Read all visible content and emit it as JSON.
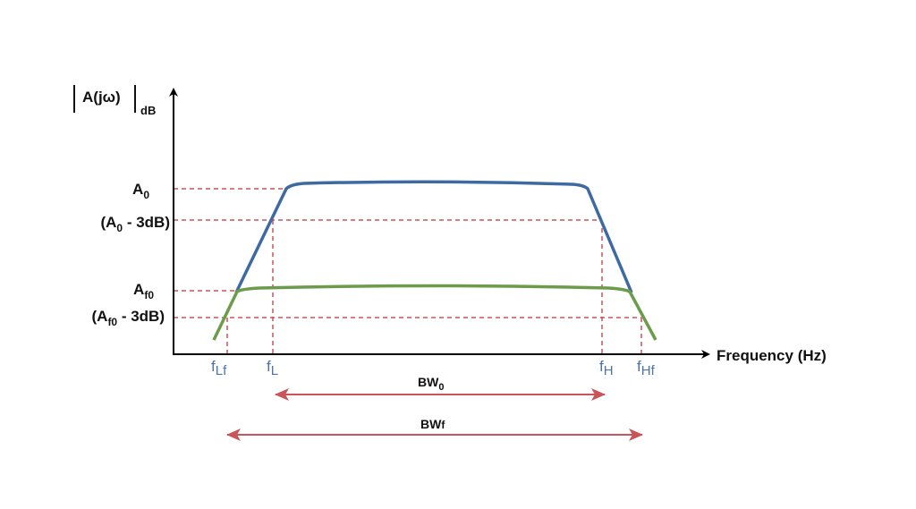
{
  "y_axis_label": {
    "main": "A(jω)",
    "subscript": "dB"
  },
  "x_axis_label": "Frequency (Hz)",
  "y_levels": [
    {
      "main": "A",
      "sub": "0",
      "suffix": ""
    },
    {
      "main": "(A",
      "sub": "0",
      "suffix": " - 3dB)"
    },
    {
      "main": "A",
      "sub": "f0",
      "suffix": ""
    },
    {
      "main": "(A",
      "sub": "f0",
      "suffix": " - 3dB)"
    }
  ],
  "x_markers": [
    {
      "main": "f",
      "sub": "Lf"
    },
    {
      "main": "f",
      "sub": "L"
    },
    {
      "main": "f",
      "sub": "H"
    },
    {
      "main": "f",
      "sub": "Hf"
    }
  ],
  "bandwidths": [
    {
      "main": "BW",
      "sub": "0"
    },
    {
      "main": "BW",
      "sub": "f"
    }
  ],
  "colors": {
    "open_loop_curve": "#3e6aa1",
    "feedback_curve": "#6b9b4b",
    "guide_lines": "#c9555a",
    "marker_labels": "#4a74ab",
    "axes": "#000000"
  }
}
